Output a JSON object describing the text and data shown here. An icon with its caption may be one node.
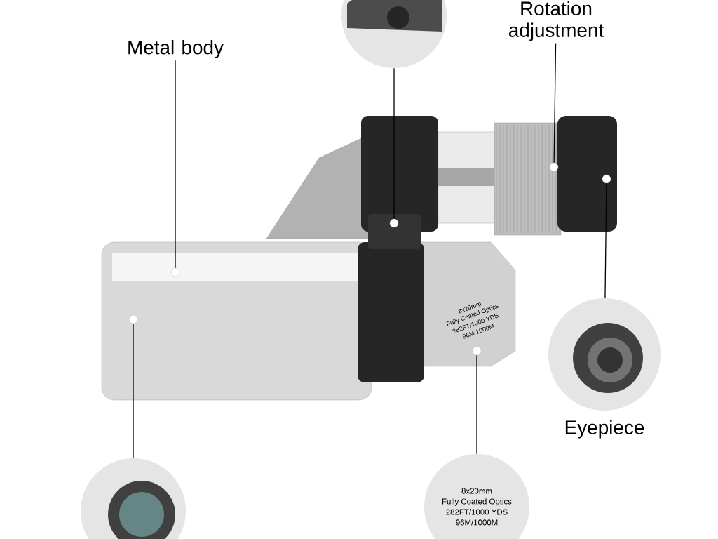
{
  "diagram": {
    "nodes": [
      {
        "text": [
          "Metal body"
        ]
      },
      {
        "text": [],
        "shape": "circle"
      },
      {
        "text": [
          "Rotation adjustment"
        ]
      },
      {
        "text": [],
        "shape": "circle"
      },
      {
        "text": [
          "Eyepiece"
        ]
      },
      {
        "text": [],
        "shape": "circle"
      },
      {
        "text": [],
        "shape": "picture"
      },
      {
        "text": [],
        "shape": "circle"
      },
      {
        "text": [],
        "shape": "picture"
      },
      {
        "text": [],
        "shape": "circle"
      },
      {
        "text": [
          "8x20mm",
          "Fully Coated Optics",
          "282FT/1000 YDS",
          "96M/1000M"
        ]
      },
      {
        "text": [],
        "shape": "circle"
      }
    ],
    "edges": [
      {
        "from": 0,
        "to": 1,
        "arrow": "none"
      },
      {
        "from": 2,
        "to": 3,
        "arrow": "none"
      },
      {
        "from": 5,
        "to": 4,
        "arrow": "none"
      },
      {
        "from": 6,
        "to": 7,
        "arrow": "none"
      },
      {
        "from": 9,
        "to": 8,
        "arrow": "none"
      },
      {
        "from": 11,
        "to": 10,
        "arrow": "none"
      }
    ],
    "labels": [
      "8x20mm",
      "Fully Coated Optics",
      "282FT/1000 YDS",
      "96M/1000M"
    ]
  }
}
